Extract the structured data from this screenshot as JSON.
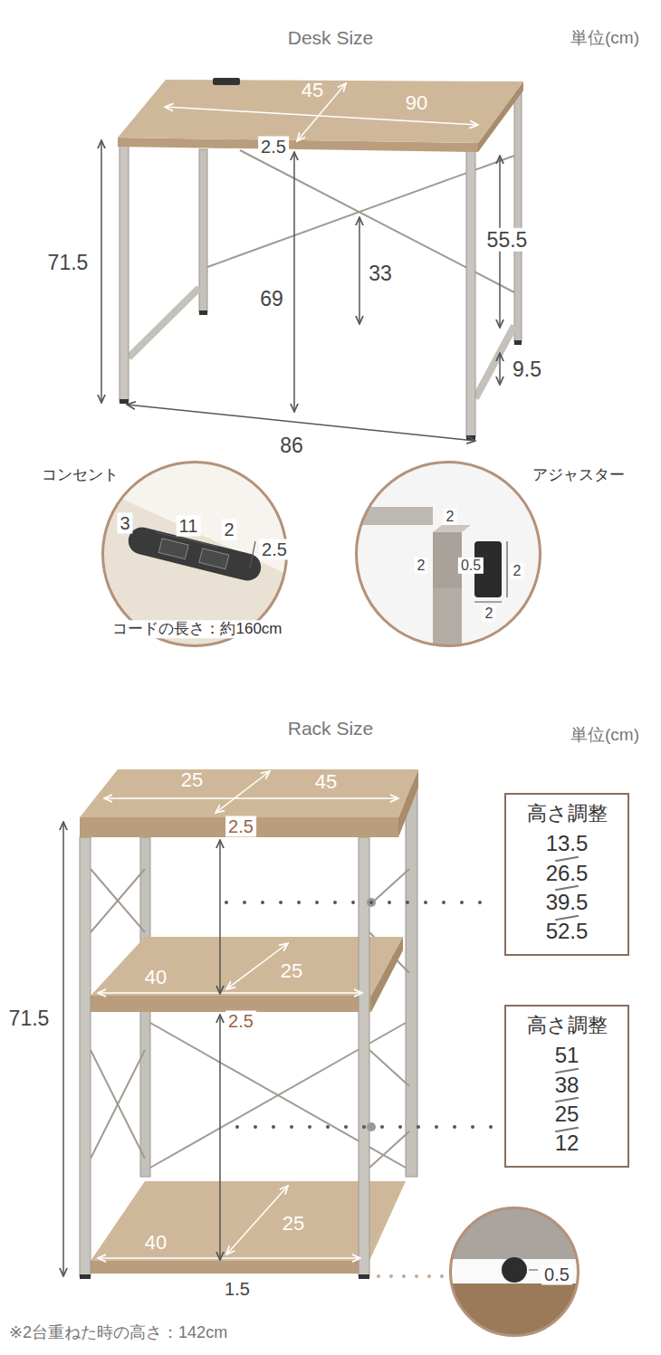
{
  "diagram": {
    "caption": "※2台重ねた時の高さ：142cm",
    "nodes": [
      {
        "text": [
          "コンセント",
          "3",
          "11",
          "2",
          "2.5",
          "コードの長さ：約160cm"
        ]
      },
      {
        "text": [
          "アジャスター",
          "2",
          "2",
          "0.5",
          "2",
          "2"
        ]
      },
      {
        "text": [
          "高さ調整",
          "13.5",
          "26.5",
          "39.5",
          "52.5"
        ]
      },
      {
        "text": [
          "高さ調整",
          "51",
          "38",
          "25",
          "12"
        ]
      },
      {
        "text": [
          "0.5"
        ]
      }
    ],
    "labels": [
      "Desk Size",
      "単位(cm)",
      "45",
      "90",
      "2.5",
      "71.5",
      "69",
      "33",
      "55.5",
      "9.5",
      "86",
      "Rack Size",
      "単位(cm)",
      "25",
      "45",
      "2.5",
      "71.5",
      "40",
      "25",
      "2.5",
      "40",
      "25",
      "1.5"
    ]
  }
}
